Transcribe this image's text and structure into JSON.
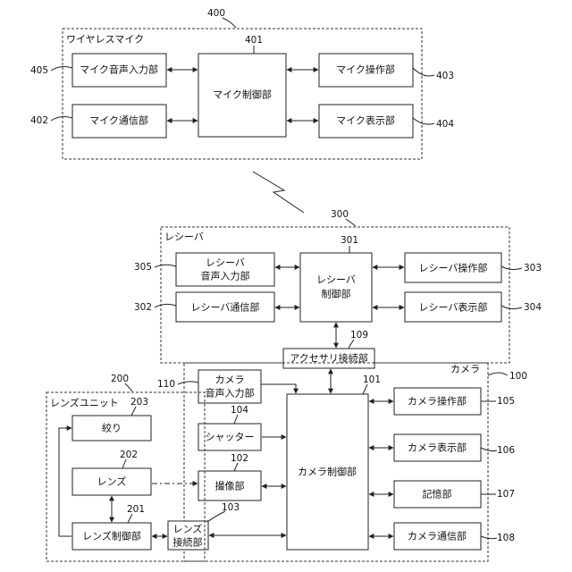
{
  "groups": {
    "wireless_mic": {
      "title": "ワイヤレスマイク",
      "ref": "400"
    },
    "receiver": {
      "title": "レシーバ",
      "ref": "300"
    },
    "camera": {
      "title": "カメラ",
      "ref": "100"
    },
    "lens_unit": {
      "title": "レンズユニット",
      "ref": "200"
    }
  },
  "blocks": {
    "mic_audio_input": {
      "label": "マイク音声入力部",
      "ref": "405"
    },
    "mic_control": {
      "label": "マイク制御部",
      "ref": "401"
    },
    "mic_operation": {
      "label": "マイク操作部",
      "ref": "403"
    },
    "mic_comm": {
      "label": "マイク通信部",
      "ref": "402"
    },
    "mic_display": {
      "label": "マイク表示部",
      "ref": "404"
    },
    "recv_audio_input": {
      "line1": "レシーバ",
      "line2": "音声入力部",
      "ref": "305"
    },
    "recv_control": {
      "line1": "レシーバ",
      "line2": "制御部",
      "ref": "301"
    },
    "recv_operation": {
      "label": "レシーバ操作部",
      "ref": "303"
    },
    "recv_comm": {
      "label": "レシーバ通信部",
      "ref": "302"
    },
    "recv_display": {
      "label": "レシーバ表示部",
      "ref": "304"
    },
    "accessory_conn": {
      "label": "アクセサリ接続部",
      "ref": "109"
    },
    "cam_audio_input": {
      "line1": "カメラ",
      "line2": "音声入力部",
      "ref": "110"
    },
    "shutter": {
      "label": "シャッター",
      "ref": "104"
    },
    "imaging": {
      "label": "撮像部",
      "ref": "102"
    },
    "lens_conn": {
      "line1": "レンズ",
      "line2": "接続部",
      "ref": "103"
    },
    "cam_control": {
      "label": "カメラ制御部",
      "ref": "101"
    },
    "cam_operation": {
      "label": "カメラ操作部",
      "ref": "105"
    },
    "cam_display": {
      "label": "カメラ表示部",
      "ref": "106"
    },
    "storage": {
      "label": "記憶部",
      "ref": "107"
    },
    "cam_comm": {
      "label": "カメラ通信部",
      "ref": "108"
    },
    "aperture": {
      "label": "絞り",
      "ref": "203"
    },
    "lens": {
      "label": "レンズ",
      "ref": "202"
    },
    "lens_control": {
      "label": "レンズ制御部",
      "ref": "201"
    }
  },
  "colors": {
    "line": "#222222",
    "background": "#ffffff"
  }
}
